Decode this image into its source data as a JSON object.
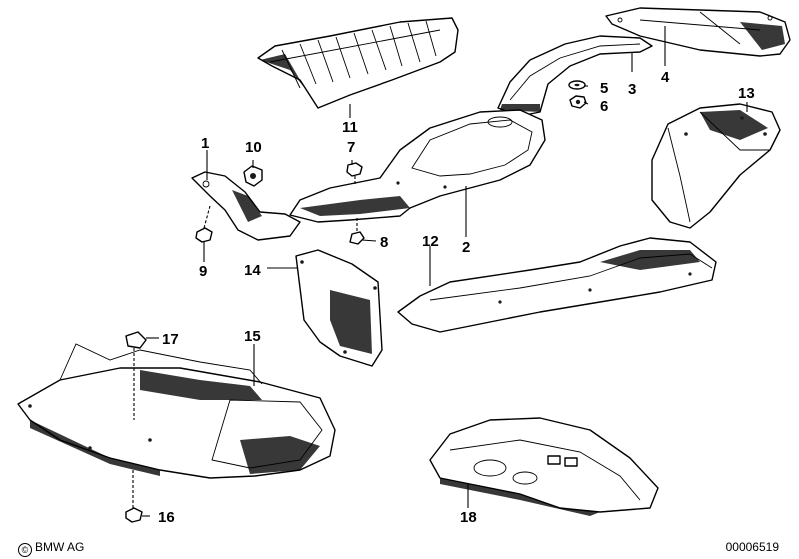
{
  "callouts": [
    {
      "id": "1",
      "label": "1"
    },
    {
      "id": "2",
      "label": "2"
    },
    {
      "id": "3",
      "label": "3"
    },
    {
      "id": "4",
      "label": "4"
    },
    {
      "id": "5",
      "label": "5"
    },
    {
      "id": "6",
      "label": "6"
    },
    {
      "id": "7",
      "label": "7"
    },
    {
      "id": "8",
      "label": "8"
    },
    {
      "id": "9",
      "label": "9"
    },
    {
      "id": "10",
      "label": "10"
    },
    {
      "id": "11",
      "label": "11"
    },
    {
      "id": "12",
      "label": "12"
    },
    {
      "id": "13",
      "label": "13"
    },
    {
      "id": "14",
      "label": "14"
    },
    {
      "id": "15",
      "label": "15"
    },
    {
      "id": "16",
      "label": "16"
    },
    {
      "id": "17",
      "label": "17"
    },
    {
      "id": "18",
      "label": "18"
    }
  ],
  "footer": {
    "copyright_symbol": "©",
    "copyright": "BMW AG",
    "doc_number": "00006519"
  }
}
